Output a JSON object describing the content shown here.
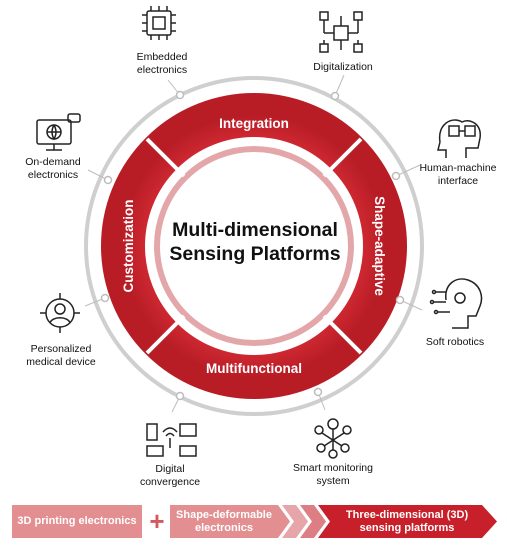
{
  "center": {
    "line1": "Multi-dimensional",
    "line2": "Sensing Platforms"
  },
  "ring": {
    "top": "Integration",
    "right": "Shape-adaptive",
    "bottom": "Multifunctional",
    "left": "Customization"
  },
  "peripherals": {
    "embedded": "Embedded\nelectronics",
    "digitalization": "Digitalization",
    "hmi": "Human-machine\ninterface",
    "soft_robotics": "Soft robotics",
    "smart_monitoring": "Smart monitoring\nsystem",
    "digital_convergence": "Digital\nconvergence",
    "personalized": "Personalized\nmedical device",
    "on_demand": "On-demand\nelectronics"
  },
  "bottom_bar": {
    "item1": "3D printing electronics",
    "plus": "+",
    "item2": "Shape-deformable electronics",
    "item3": "Three-dimensional (3D) sensing platforms"
  },
  "colors": {
    "ring_red": "#c8202a",
    "ring_light": "#e0a6a8",
    "outer_grey": "#cfcfcf",
    "band_light": "#e38f92",
    "band_dark": "#c8202a"
  }
}
